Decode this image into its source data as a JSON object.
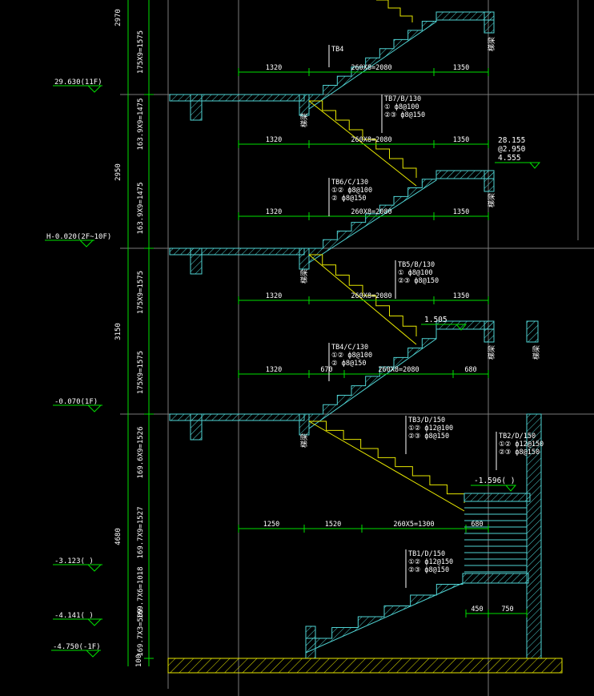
{
  "drawing": {
    "background": "#000000",
    "colors": {
      "structure": "#4fd3d3",
      "hatch": "#4fd3d3",
      "dimension": "#00e000",
      "axis": "#7a7a7a",
      "text": "#ffffff",
      "stair_yellow": "#e6e600",
      "ground": "#e6e600"
    },
    "elevations": [
      {
        "id": "e11f",
        "label": "29.630(11F)"
      },
      {
        "id": "e2f",
        "label": "H-0.020(2F~10F)"
      },
      {
        "id": "e1f",
        "label": "-0.070(1F)"
      },
      {
        "id": "e3123",
        "label": "-3.123(  )"
      },
      {
        "id": "e4141",
        "label": "-4.141(  )"
      },
      {
        "id": "e4750",
        "label": "-4.750(-1F)"
      }
    ],
    "heights_left": [
      {
        "id": "h1",
        "text": "2970"
      },
      {
        "id": "h2",
        "text": "2950"
      },
      {
        "id": "h3",
        "text": "3150"
      },
      {
        "id": "h4",
        "text": "4680"
      },
      {
        "id": "h5",
        "text": "100"
      }
    ],
    "flight_dims": [
      {
        "id": "f1",
        "text": "175X9=1575"
      },
      {
        "id": "f2",
        "text": "163.9X9=1475"
      },
      {
        "id": "f3",
        "text": "163.9X9=1475"
      },
      {
        "id": "f4",
        "text": "175X9=1575"
      },
      {
        "id": "f5",
        "text": "175X9=1575"
      },
      {
        "id": "f6",
        "text": "169.6X9=1526"
      },
      {
        "id": "f7",
        "text": "169.7X9=1527"
      },
      {
        "id": "f8",
        "text": "169.7X6=1018"
      },
      {
        "id": "f9",
        "text": "169.7X3=509"
      }
    ],
    "horizontal_dims": [
      {
        "id": "r1",
        "texts": [
          "1320",
          "260X8=2080",
          "1350"
        ]
      },
      {
        "id": "r2",
        "texts": [
          "1320",
          "260X8=2080",
          "1350"
        ]
      },
      {
        "id": "r3",
        "texts": [
          "1320",
          "260X8=2080",
          "1350"
        ]
      },
      {
        "id": "r4",
        "texts": [
          "1320",
          "260X8=2080",
          "1350"
        ]
      },
      {
        "id": "r5",
        "texts": [
          "1320",
          "670",
          "260X8=2080",
          "680"
        ]
      },
      {
        "id": "r6",
        "texts": [
          "1250",
          "1520",
          "260X5=1300",
          "680"
        ]
      },
      {
        "id": "r7",
        "texts": [
          "450",
          "750"
        ]
      }
    ],
    "stair_labels": [
      {
        "id": "tb4top",
        "lines": [
          "TB4"
        ]
      },
      {
        "id": "tb7",
        "lines": [
          "TB7/B/130",
          "① ф8@100",
          "②③ ф8@150"
        ]
      },
      {
        "id": "tb6",
        "lines": [
          "TB6/C/130",
          "①② ф8@100",
          "② ф8@150"
        ]
      },
      {
        "id": "tb5",
        "lines": [
          "TB5/B/130",
          "① ф8@100",
          "②③ ф8@150"
        ]
      },
      {
        "id": "tb4",
        "lines": [
          "TB4/C/130",
          "①② ф8@100",
          "② ф8@150"
        ]
      },
      {
        "id": "tb3",
        "lines": [
          "TB3/D/150",
          "①② ф12@100",
          "②③ ф8@150"
        ]
      },
      {
        "id": "tb2",
        "lines": [
          "TB2/D/150",
          "①② ф12@150",
          "②③ ф8@150"
        ]
      },
      {
        "id": "tb1",
        "lines": [
          "TB1/D/150",
          "①② ф12@150",
          "②③ ф8@150"
        ]
      }
    ],
    "level_marks": [
      {
        "id": "lm1",
        "lines": [
          "28.155",
          "@2.950",
          "4.555"
        ]
      },
      {
        "id": "lm2",
        "lines": [
          "1.505"
        ]
      },
      {
        "id": "lm3",
        "lines": [
          "-1.596(  )"
        ]
      },
      {
        "id": "lm4",
        "lines": [
          "1.505"
        ]
      }
    ],
    "small_tag": "梯梁"
  }
}
